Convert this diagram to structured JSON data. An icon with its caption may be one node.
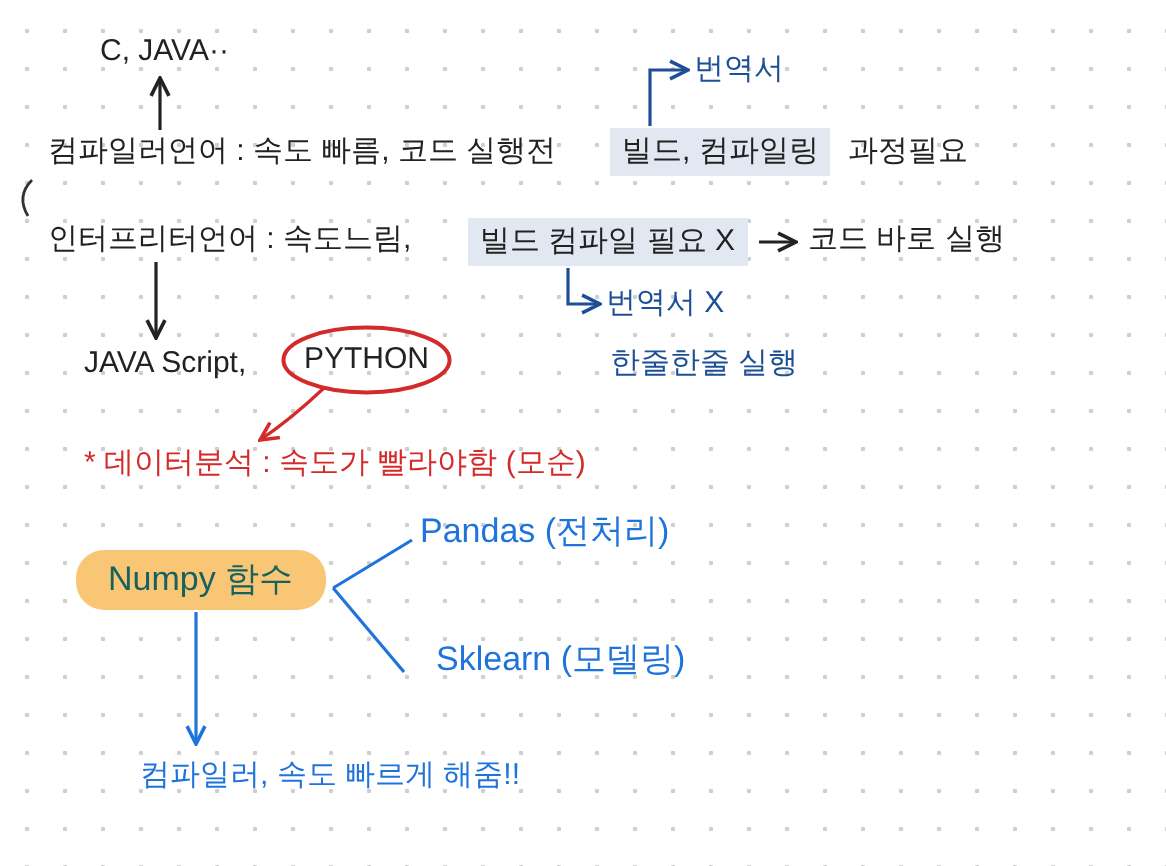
{
  "diagram": {
    "nodes": [
      {
        "text": [
          "C, JAVA··"
        ]
      },
      {
        "text": [
          "컴파일러언어 : 속도 빠름, 코드 실행전"
        ]
      },
      {
        "text": [
          "빌드, 컴파일링"
        ]
      },
      {
        "text": [
          "번역서"
        ]
      },
      {
        "text": [
          "인터프리터언어 : 속도느림,"
        ]
      },
      {
        "text": [
          "빌드 컴파일 필요 X"
        ]
      },
      {
        "text": [
          "코드 바로 실행"
        ]
      },
      {
        "text": [
          "번역서 X"
        ]
      },
      {
        "text": [
          "JAVA Script,"
        ]
      },
      {
        "text": [
          "PYTHON"
        ]
      },
      {
        "text": [
          "* 데이터분석 : 속도가 빨라야함 (모순)"
        ]
      },
      {
        "text": [
          "Numpy 함수"
        ]
      },
      {
        "text": [
          "Pandas (전처리)"
        ]
      },
      {
        "text": [
          "Sklearn (모델링)"
        ]
      },
      {
        "text": [
          "컴파일러, 속도 빠르게 해줌!!"
        ]
      }
    ],
    "edges": [
      {
        "from": 1,
        "to": 0,
        "arrow": "to"
      },
      {
        "from": 2,
        "to": 3,
        "arrow": "to",
        "color": "#1d4f96"
      },
      {
        "from": 4,
        "to": 8,
        "arrow": "to"
      },
      {
        "from": 5,
        "to": 6,
        "arrow": "to"
      },
      {
        "from": 5,
        "to": 7,
        "arrow": "to",
        "color": "#1d4f96"
      },
      {
        "from": 9,
        "to": 10,
        "arrow": "to",
        "color": "#d42a2a"
      },
      {
        "from": 11,
        "to": 12,
        "arrow": "none",
        "color": "#1f74dc"
      },
      {
        "from": 11,
        "to": 13,
        "arrow": "none",
        "color": "#1f74dc"
      },
      {
        "from": 11,
        "to": 14,
        "arrow": "to",
        "color": "#1f74dc"
      }
    ],
    "labels": [
      "과정필요",
      "한줄한줄 실행"
    ]
  }
}
